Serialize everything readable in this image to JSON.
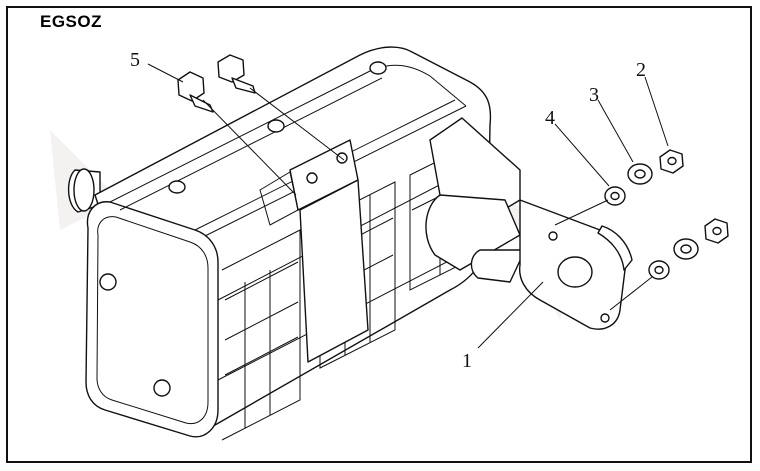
{
  "title": "EGSOZ",
  "callouts": [
    {
      "label": "1"
    },
    {
      "label": "2"
    },
    {
      "label": "3"
    },
    {
      "label": "4"
    },
    {
      "label": "5"
    }
  ]
}
